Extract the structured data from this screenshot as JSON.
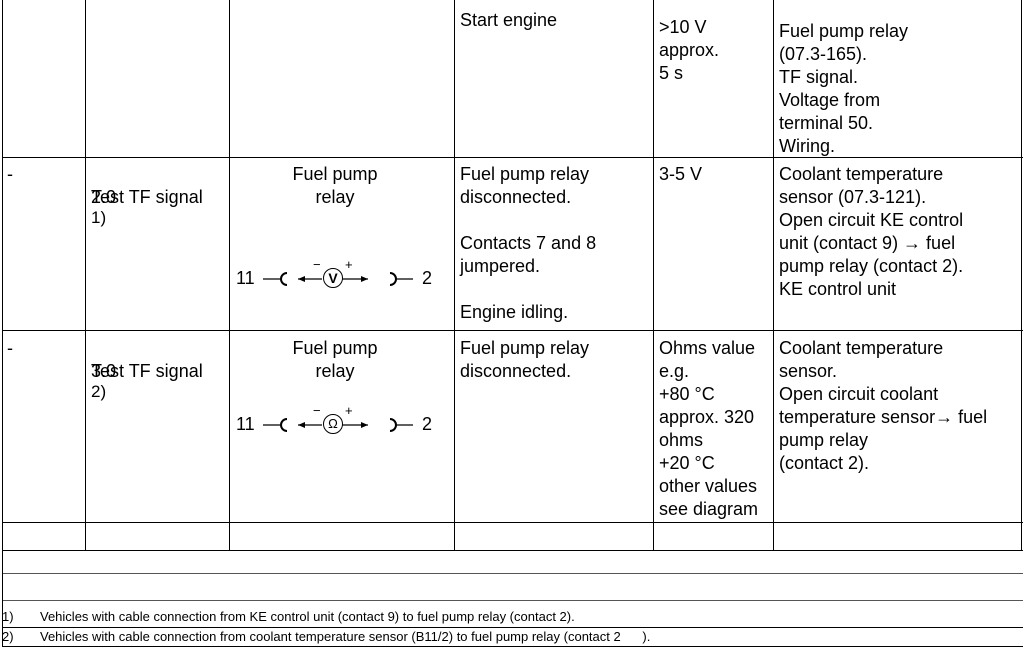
{
  "rows": [
    {
      "col1": "",
      "step_num": "",
      "step_sup": "",
      "step_label": "",
      "test_point": "",
      "conditions": "Start engine",
      "nominal": ">10 V\napprox.\n5 s",
      "remedy": "Fuel pump relay\n(07.3-165).\nTF signal.\nVoltage from\nterminal 50.\nWiring."
    },
    {
      "col1": "-",
      "step_num": "2.0",
      "step_sup": "1)",
      "step_label": "Test TF signal",
      "test_point": "Fuel pump\nrelay",
      "meter": {
        "left_pin": "11",
        "right_pin": "2",
        "symbol": "V",
        "minus": "−",
        "plus": "+",
        "icon": "voltmeter-icon"
      },
      "conditions_a": "Fuel pump relay\ndisconnected.",
      "conditions_b": "Contacts 7 and 8\njumpered.",
      "conditions_c": "Engine idling.",
      "nominal": "3-5 V",
      "remedy": "Coolant temperature\nsensor (07.3-121).\nOpen circuit KE control\nunit (contact 9) → fuel\npump relay (contact 2).\nKE control unit"
    },
    {
      "col1": "-",
      "step_num": "3.0",
      "step_sup": "2)",
      "step_label": "Test TF signal",
      "test_point": "Fuel pump\nrelay",
      "meter": {
        "left_pin": "11",
        "right_pin": "2",
        "symbol": "Ω",
        "minus": "−",
        "plus": "+",
        "icon": "ohmmeter-icon"
      },
      "conditions": "Fuel pump relay\ndisconnected.",
      "nominal": "Ohms value\ne.g.\n+80 °C\napprox. 320\nohms\n+20 °C\nother values\nsee diagram",
      "remedy": "Coolant temperature\nsensor.\nOpen circuit coolant\ntemperature sensor→ fuel\npump relay\n(contact 2)."
    }
  ],
  "footnotes": [
    {
      "num": "1)",
      "text": "Vehicles with cable connection from KE control unit (contact 9) to fuel pump relay (contact 2)."
    },
    {
      "num": "2)",
      "text": "Vehicles with cable connection from coolant temperature sensor (B11/2) to fuel pump relay (contact 2      )."
    }
  ]
}
